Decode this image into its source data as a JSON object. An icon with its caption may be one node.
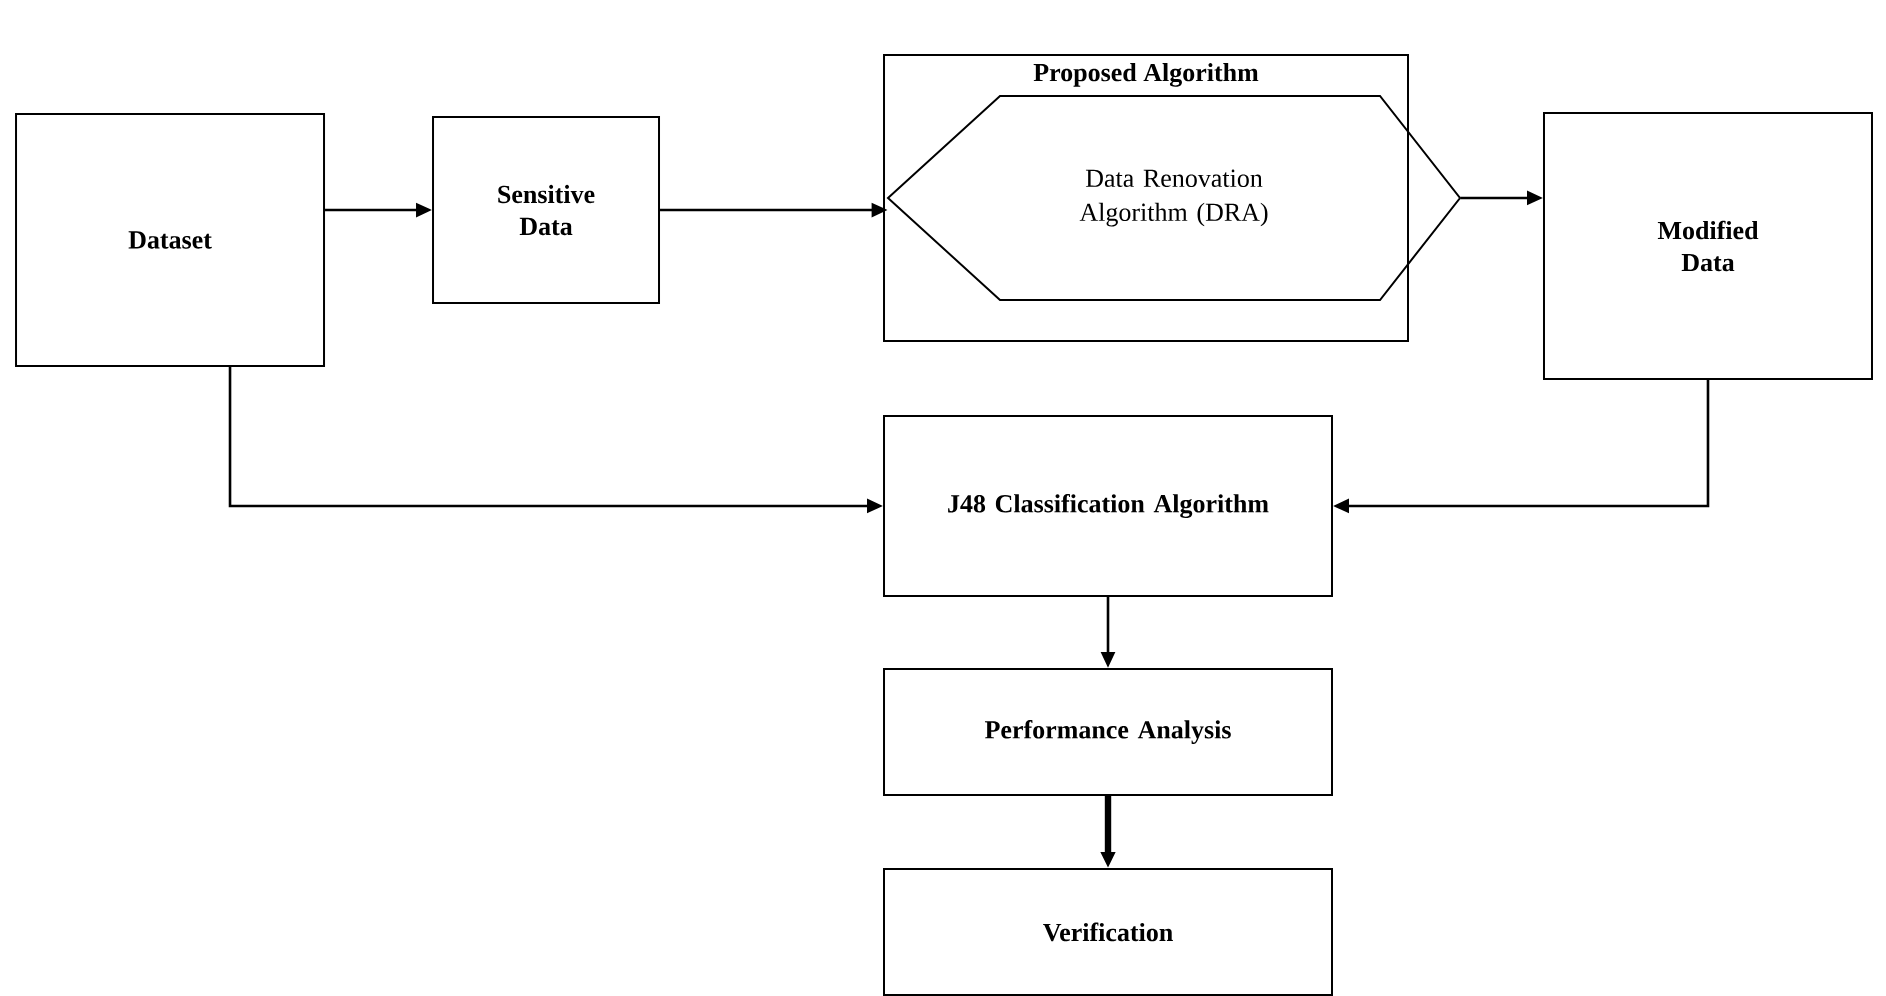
{
  "diagram": {
    "nodes": [
      {
        "text": [
          "Dataset"
        ]
      },
      {
        "text": [
          "Sensitive Data"
        ]
      },
      {
        "text": [
          "Proposed Algorithm"
        ]
      },
      {
        "text": [
          "Data Renovation Algorithm (DRA)"
        ]
      },
      {
        "text": [
          "Modified Data"
        ]
      },
      {
        "text": [
          "J48 Classification Algorithm"
        ]
      },
      {
        "text": [
          "Performance Analysis"
        ]
      },
      {
        "text": [
          "Verification"
        ]
      }
    ],
    "edges": [
      {
        "from": 0,
        "to": 1,
        "arrow": "to"
      },
      {
        "from": 1,
        "to": 3,
        "arrow": "to"
      },
      {
        "from": 3,
        "to": 4,
        "arrow": "to"
      },
      {
        "from": 0,
        "to": 5,
        "arrow": "to"
      },
      {
        "from": 4,
        "to": 5,
        "arrow": "to"
      },
      {
        "from": 5,
        "to": 6,
        "arrow": "to"
      },
      {
        "from": 6,
        "to": 7,
        "arrow": "to",
        "style": "thick"
      }
    ]
  }
}
